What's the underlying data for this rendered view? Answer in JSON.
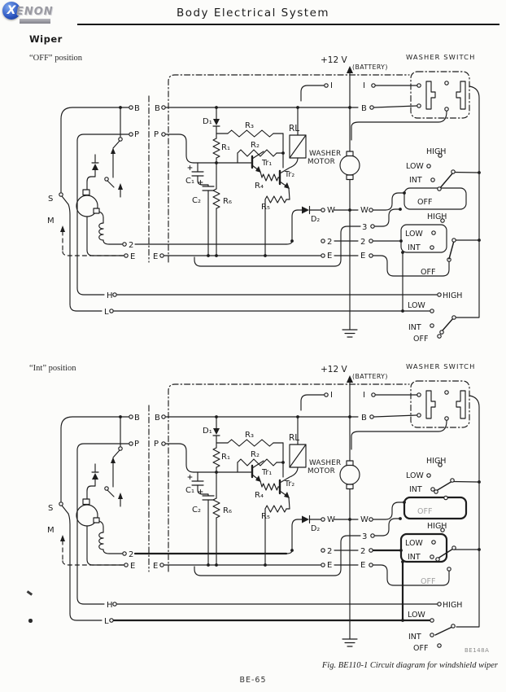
{
  "page": {
    "logo": {
      "x": "X",
      "rest": "ENON"
    },
    "title": "Body Electrical System",
    "section": "Wiper",
    "figure_caption": "Fig. BE110-1  Circuit diagram for windshield wiper",
    "figure_code": "BE148A",
    "page_number": "BE-65"
  },
  "diagrams": [
    {
      "id": "off",
      "position_label": "“OFF” position"
    },
    {
      "id": "int",
      "position_label": "“Int” position"
    }
  ],
  "circuit": {
    "labels": {
      "plus12v": "+12 V",
      "battery": "(BATTERY)",
      "washer_switch": "WASHER SWITCH",
      "washer_m1": "WASHER",
      "washer_m2": "MOTOR",
      "rl": "RL",
      "d1": "D₁",
      "d2": "D₂",
      "r1": "R₁",
      "r2": "R₂",
      "r3": "R₃",
      "r4": "R₄",
      "r5": "R₅",
      "r6": "R₆",
      "tr1": "Tr₁",
      "tr2": "Tr₂",
      "c1": "C₁",
      "c2": "C₂",
      "b": "B",
      "p": "P",
      "s": "S",
      "m": "M",
      "e": "E",
      "w": "W",
      "h": "H",
      "l": "L",
      "i": "I",
      "n2": "2",
      "n3": "3",
      "high": "HIGH",
      "low": "LOW",
      "int": "INT",
      "off": "OFF"
    }
  }
}
